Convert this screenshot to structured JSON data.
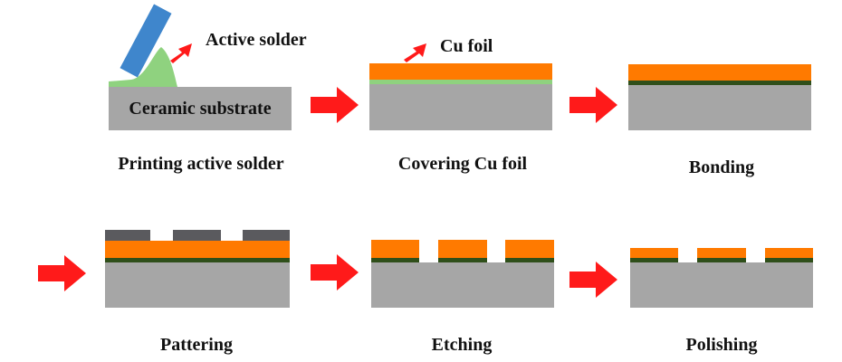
{
  "steps": [
    {
      "id": "printing",
      "caption": "Printing active solder",
      "layers": [
        "substrate",
        "solder"
      ],
      "substrate_label": "Ceramic substrate",
      "callout": "Active solder"
    },
    {
      "id": "covering",
      "caption": "Covering Cu foil",
      "layers": [
        "substrate",
        "solder",
        "foil"
      ],
      "callout": "Cu foil"
    },
    {
      "id": "bonding",
      "caption": "Bonding",
      "layers": [
        "substrate",
        "bond",
        "foil"
      ]
    },
    {
      "id": "pattering",
      "caption": "Pattering",
      "layers": [
        "substrate",
        "bond",
        "foil",
        "mask"
      ]
    },
    {
      "id": "etching",
      "caption": "Etching",
      "layers": [
        "substrate",
        "bond-etched",
        "foil-etched"
      ]
    },
    {
      "id": "polishing",
      "caption": "Polishing",
      "layers": [
        "substrate",
        "bond-etched",
        "foil-thin"
      ]
    }
  ],
  "colors": {
    "substrate": "#a6a6a6",
    "copper": "#ff7a00",
    "solder": "#8fd27f",
    "bond": "#2f4f1a",
    "mask": "#5a5a5e",
    "squeegee": "#3f86cc",
    "arrow": "#ff1a1a"
  }
}
